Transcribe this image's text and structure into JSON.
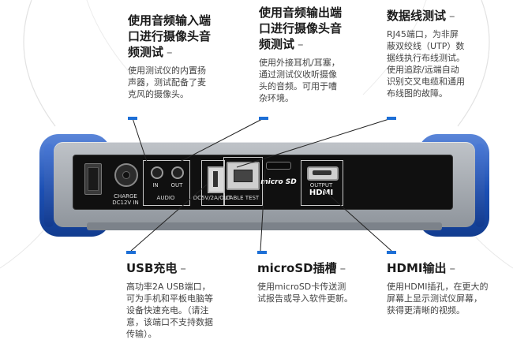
{
  "callouts": {
    "audio_in": {
      "title_line1": "使用音频输入端",
      "title_line2": "口进行摄像头音",
      "title_line3": "频测试",
      "dash": "–",
      "body_line1": "使用测试仪的内置扬",
      "body_line2": "声器，测试配备了麦",
      "body_line3": "克风的摄像头。"
    },
    "audio_out": {
      "title_line1": "使用音频输出端",
      "title_line2": "口进行摄像头音",
      "title_line3": "频测试",
      "dash": "–",
      "body_line1": "使用外接耳机/耳塞，",
      "body_line2": "通过测试仪收听摄像",
      "body_line3": "头的音频。可用于嘈",
      "body_line4": "杂环境。"
    },
    "cable_test": {
      "title": "数据线测试",
      "dash": "–",
      "body_line1": "RJ45端口，为非屏",
      "body_line2": "蔽双绞线（UTP）数",
      "body_line3": "据线执行布线测试。",
      "body_line4": "使用追踪/远端自动",
      "body_line5": "识别交叉电缆和通用",
      "body_line6": "布线图的故障。"
    },
    "usb": {
      "title": "USB充电",
      "dash": "–",
      "body_line1": "高功率2A USB端口，",
      "body_line2": "可为手机和平板电脑等",
      "body_line3": "设备快速充电。（请注",
      "body_line4": "意，该端口不支持数据",
      "body_line5": "传输）。"
    },
    "microsd": {
      "title": "microSD插槽",
      "dash": "–",
      "body_line1": "使用microSD卡传送测",
      "body_line2": "试报告或导入软件更新。"
    },
    "hdmi": {
      "title": "HDMI输出",
      "dash": "–",
      "body_line1": "使用HDMI插孔，在更大的",
      "body_line2": "屏幕上显示测试仪屏幕，",
      "body_line3": "获得更清晰的视频。"
    }
  },
  "device_labels": {
    "charge": "CHARGE",
    "dc_in": "DC12V IN",
    "in": "IN",
    "out": "OUT",
    "audio": "AUDIO",
    "usb_port": "DC5V/2A/OUT",
    "cable_test": "CABLE TEST",
    "output": "OUTPUT",
    "hdmi_logo": "HDMI",
    "micro_logo": "micro SD"
  },
  "colors": {
    "accent_blue": "#1d6fd6",
    "device_blue": "#1b4fb4"
  }
}
